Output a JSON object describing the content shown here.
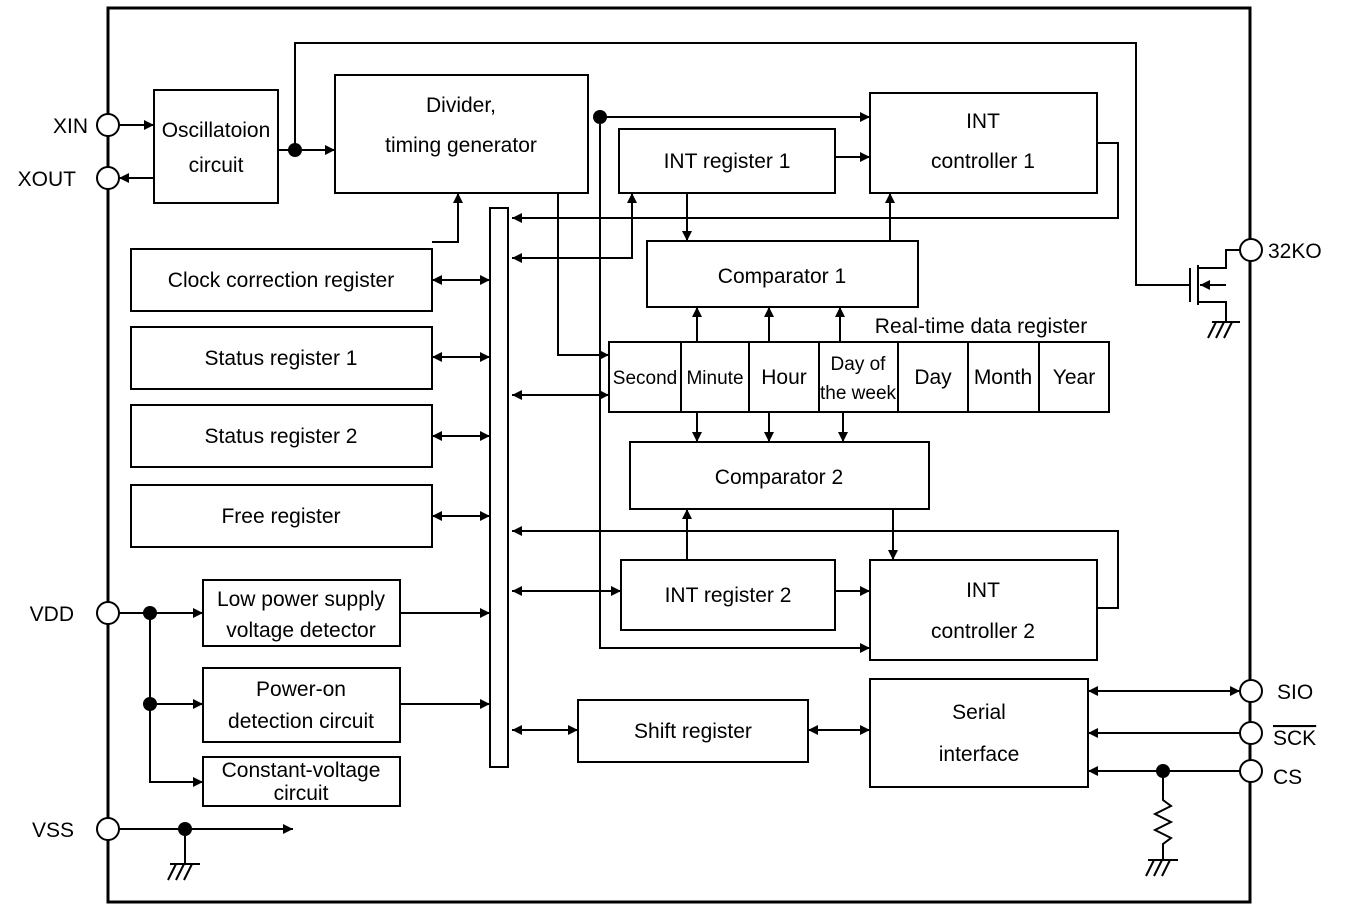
{
  "blocks": {
    "osc_l1": "Oscillatoion",
    "osc_l2": "circuit",
    "div_l1": "Divider,",
    "div_l2": "timing generator",
    "int1_l1": "INT",
    "int1_l2": "controller 1",
    "intreg1": "INT register 1",
    "clockcorr": "Clock correction register",
    "status1": "Status register 1",
    "status2": "Status register 2",
    "free": "Free register",
    "comp1": "Comparator 1",
    "comp2": "Comparator 2",
    "rtdr": "Real-time data register",
    "lowpwr_l1": "Low power supply",
    "lowpwr_l2": "voltage detector",
    "poweron_l1": "Power-on",
    "poweron_l2": "detection circuit",
    "constv_l1": "Constant-voltage",
    "constv_l2": "circuit",
    "intreg2": "INT register 2",
    "int2_l1": "INT",
    "int2_l2": "controller 2",
    "shift": "Shift register",
    "serial_l1": "Serial",
    "serial_l2": "interface"
  },
  "rtc_cells": {
    "second": "Second",
    "minute": "Minute",
    "hour": "Hour",
    "dow_l1": "Day of",
    "dow_l2": "the week",
    "day": "Day",
    "month": "Month",
    "year": "Year"
  },
  "pins": {
    "xin": "XIN",
    "xout": "XOUT",
    "vdd": "VDD",
    "vss": "VSS",
    "p32ko": "32KO",
    "sio": "SIO",
    "sck": "SCK",
    "cs": "CS"
  }
}
